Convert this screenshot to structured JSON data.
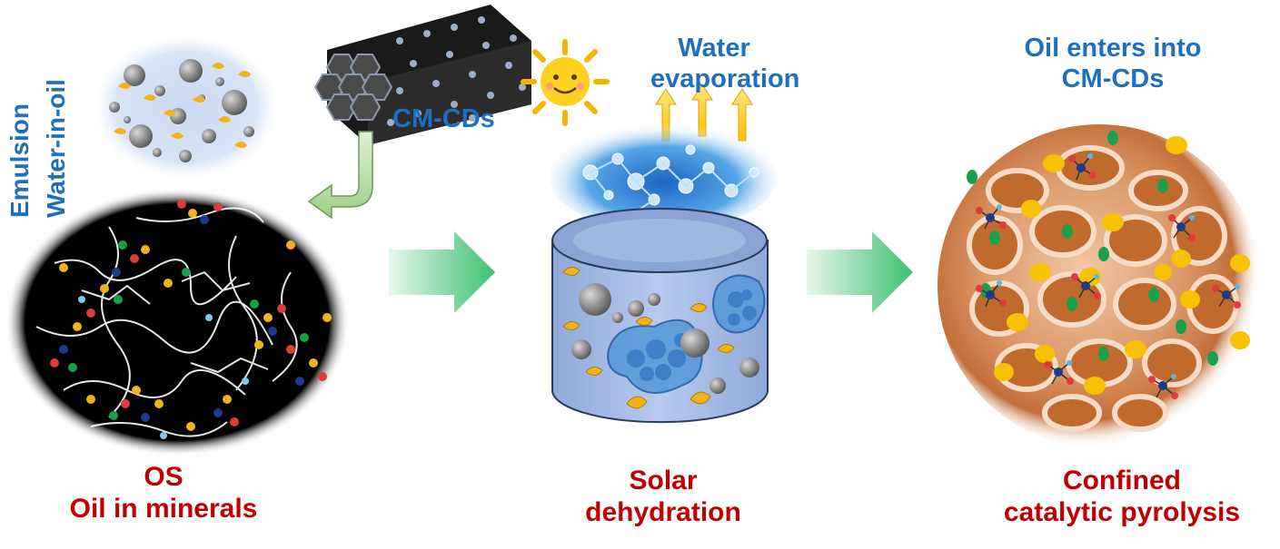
{
  "labels": {
    "emulsion": "Emulsion",
    "water_in_oil": "Water-in-oil",
    "cm_cds": "CM-CDs",
    "water_evaporation_line1": "Water",
    "water_evaporation_line2": "evaporation",
    "oil_enters_line1": "Oil enters into",
    "oil_enters_line2": "CM-CDs",
    "os_line1": "OS",
    "os_line2": "Oil in minerals",
    "solar_line1": "Solar",
    "solar_line2": "dehydration",
    "confined_line1": "Confined",
    "confined_line2": "catalytic pyrolysis"
  },
  "colors": {
    "label_blue": "#1f6fbf",
    "label_red": "#c00000",
    "arrow_green": "#5fd08a",
    "cylinder_blue": "#a9bfe6",
    "particle_gray": "#8a8a8a",
    "oil_yellow": "#f2b318",
    "sphere_orange": "#d98a4e"
  },
  "icons": {
    "sun": "smiling-sun-icon",
    "cmcd": "hexagonal-tube-bundle-icon"
  }
}
